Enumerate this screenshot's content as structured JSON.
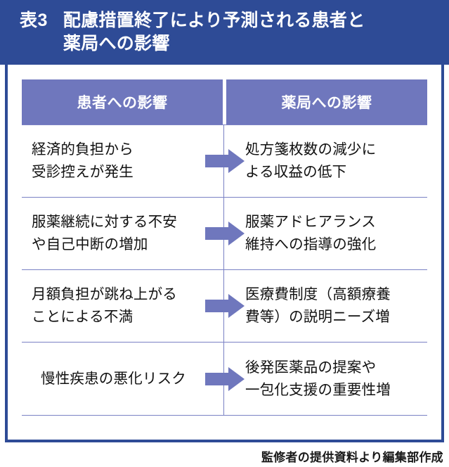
{
  "title": {
    "number": "表3",
    "text": "配慮措置終了により予測される患者と薬局への影響"
  },
  "table": {
    "headers": {
      "left": "患者への影響",
      "right": "薬局への影響"
    },
    "rows": [
      {
        "left": "経済的負担から\n受診控えが発生",
        "left_line1": "経済的負担から",
        "left_line2": "受診控えが発生",
        "arrow": "right-arrow-icon",
        "right_line1": "処方箋枚数の減少に",
        "right_line2": "よる収益の低下"
      },
      {
        "left": "服薬継続に対する不安\nや自己中断の増加",
        "left_line1": "服薬継続に対する不安",
        "left_line2": "や自己中断の増加",
        "arrow": "right-arrow-icon",
        "right_line1": "服薬アドヒアランス",
        "right_line2": "維持への指導の強化"
      },
      {
        "left": "月額負担が跳ね上がる\nことによる不満",
        "left_line1": "月額負担が跳ね上がる",
        "left_line2": "ことによる不満",
        "arrow": "right-arrow-icon",
        "right_line1": "医療費制度（高額療養",
        "right_line2": "費等）の説明ニーズ増"
      },
      {
        "left": "慢性疾患の悪化リスク",
        "left_line1": "慢性疾患の悪化リスク",
        "left_line2": "",
        "arrow": "right-arrow-icon",
        "right_line1": "後発医薬品の提案や",
        "right_line2": "一包化支援の重要性増"
      }
    ]
  },
  "credit": "監修者の提供資料より編集部作成",
  "colors": {
    "title_bar": "#2e4b96",
    "frame_border": "#2e4b96",
    "header_fill": "#6f77bd",
    "arrow_fill": "#6f77bd",
    "grid_line": "#7a81c4",
    "title_text": "#ffffff",
    "body_text": "#111111"
  }
}
